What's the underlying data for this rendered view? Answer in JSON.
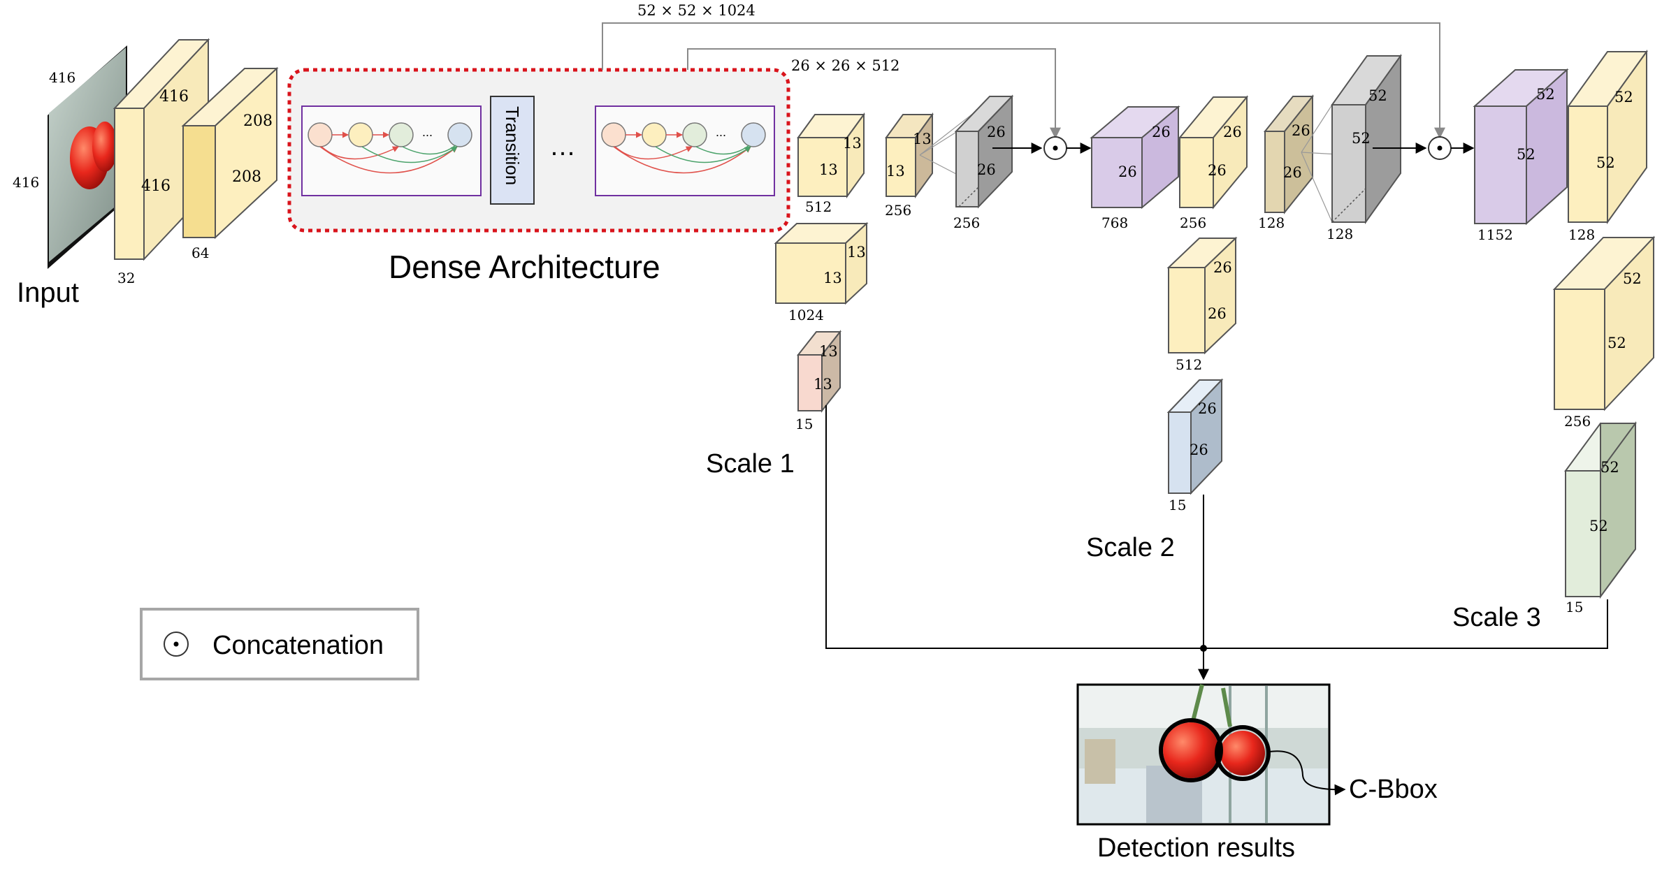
{
  "input": {
    "label": "Input",
    "height_dim": "416",
    "width_dim": "416"
  },
  "layers": {
    "conv1": {
      "size": "416",
      "channels": "32"
    },
    "conv2": {
      "size": "208",
      "channels": "64"
    }
  },
  "dense": {
    "title": "Dense Architecture",
    "transition_label": "Transition",
    "ellipsis": "…",
    "block_ellipsis": "..."
  },
  "skip": {
    "top_label": "52 × 52 × 1024",
    "mid_label": "26 × 26 × 512"
  },
  "scale1": {
    "label": "Scale 1",
    "blocks": [
      {
        "size": "13",
        "channels": "512"
      },
      {
        "size": "13",
        "channels": "1024"
      },
      {
        "size": "13",
        "channels": "15"
      }
    ],
    "branch": [
      {
        "size": "13",
        "channels": "256"
      },
      {
        "size": "26",
        "channels": "256"
      }
    ]
  },
  "scale2": {
    "label": "Scale 2",
    "concat": {
      "size": "26",
      "channels": "768"
    },
    "blocks": [
      {
        "size": "26",
        "channels": "256"
      },
      {
        "size": "26",
        "channels": "512"
      },
      {
        "size": "26",
        "channels": "15"
      }
    ],
    "branch": [
      {
        "size": "26",
        "channels": "128"
      },
      {
        "size": "52",
        "channels": "128"
      }
    ]
  },
  "scale3": {
    "label": "Scale 3",
    "concat": {
      "size": "52",
      "channels": "1152"
    },
    "blocks": [
      {
        "size": "52",
        "channels": "128"
      },
      {
        "size": "52",
        "channels": "256"
      },
      {
        "size": "52",
        "channels": "15"
      }
    ]
  },
  "legend": {
    "symbol": "⊙",
    "label": "Concatenation"
  },
  "output": {
    "caption": "Detection results",
    "bbox_label": "C-Bbox"
  },
  "colors": {
    "yellow": "#fdefbf",
    "yellow_dark": "#f5de90",
    "grey": "#cfcfcf",
    "grey_dark": "#9c9c9c",
    "purple": "#d9cbe8",
    "pink": "#f8d9cf",
    "brown": "#ccb9a6",
    "blue": "#d6e2f0",
    "green": "#e2eddb",
    "dashed_red": "#d9141c",
    "transition_fill": "#dbe3f4"
  }
}
